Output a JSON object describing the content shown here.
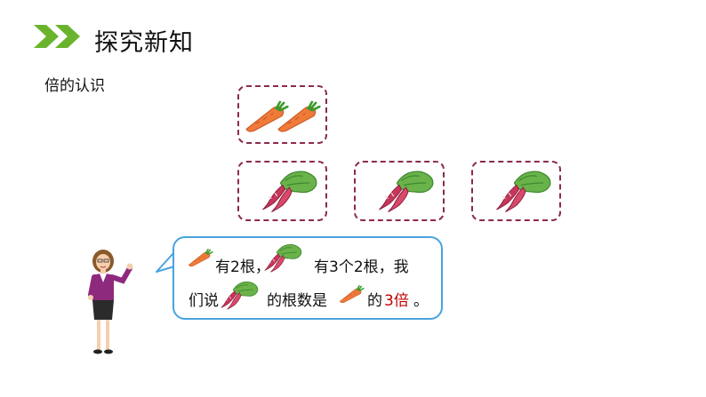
{
  "header": {
    "title": "探究新知"
  },
  "section": {
    "subtitle": "倍的认识"
  },
  "speech": {
    "l1_a": "有2根，",
    "l1_b": "有3个2根，我",
    "l2_a": "们说",
    "l2_b": "的根数是",
    "l2_c": "的",
    "l2_highlight": "3倍",
    "l2_end": "。"
  },
  "icons": {
    "chevrons": "double-chevron-right-icon",
    "carrot": "carrot-icon",
    "radish": "radish-icon",
    "teacher": "teacher-figure"
  },
  "colors": {
    "accent_green": "#6ab42d",
    "box_border": "#8b2a4a",
    "bubble_border": "#4aa3df",
    "highlight": "#c00000"
  }
}
